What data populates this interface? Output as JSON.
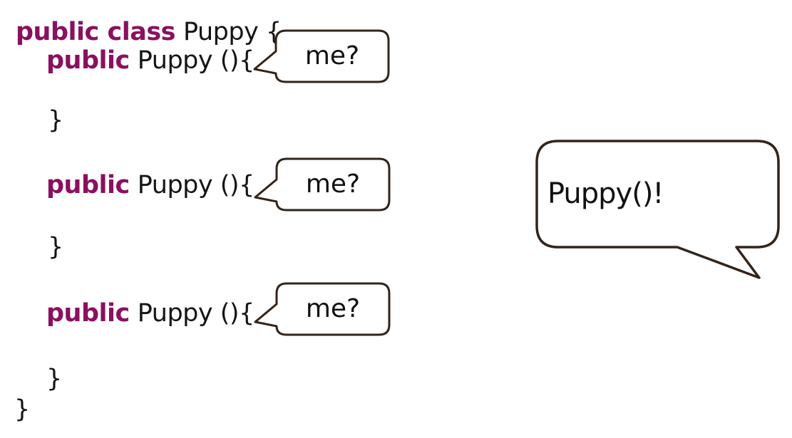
{
  "colors": {
    "keyword": "#8a1060",
    "code_text": "#151515",
    "bubble_border": "#33241a",
    "bubble_fill": "#ffffff",
    "background": "#ffffff"
  },
  "code": {
    "class_keyword": "public class",
    "class_declaration_rest": "Puppy {",
    "constructor_keyword": "public",
    "constructor_signature": "Puppy (){",
    "closing_brace": "}",
    "class_closing_brace": "}"
  },
  "bubbles": {
    "question_1": "me?",
    "question_2": "me?",
    "question_3": "me?",
    "answer": "Puppy()!"
  }
}
